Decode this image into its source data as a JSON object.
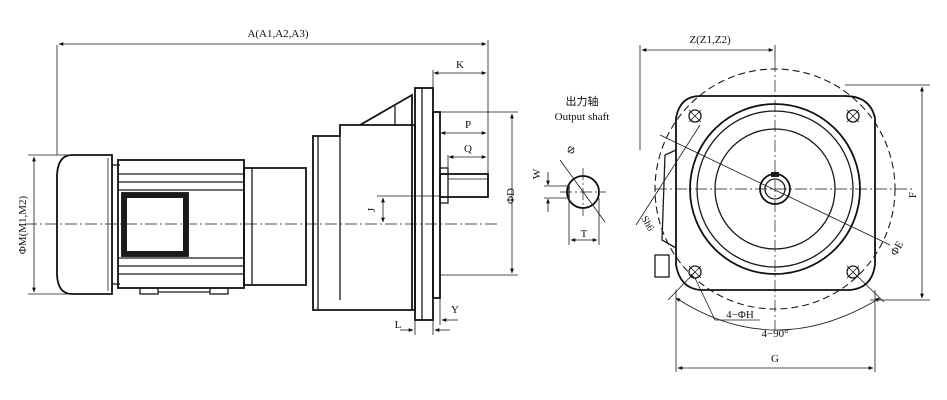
{
  "labels": {
    "A": "A(A1,A2,A3)",
    "K": "K",
    "P": "P",
    "Q": "Q",
    "D": "ΦD",
    "J": "J",
    "L": "L",
    "Y": "Y",
    "M": "ΦM(M1,M2)",
    "output_cn": "出力轴",
    "output_en": "Output shaft",
    "phi": "Φ",
    "W": "W",
    "T": "T",
    "Z": "Z(Z1,Z2)",
    "F": "F",
    "E": "ΦE",
    "Sh6": "Sh6",
    "H": "4−ΦH",
    "deg": "4−90°",
    "G": "G"
  }
}
